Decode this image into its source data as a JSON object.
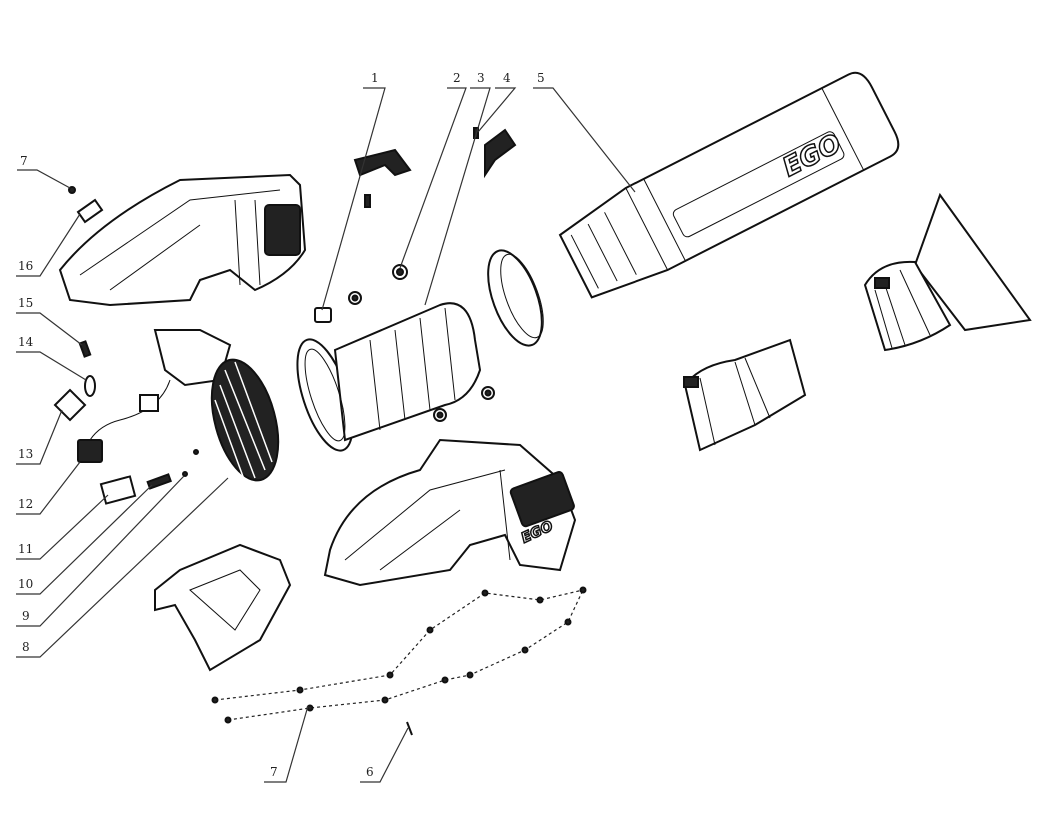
{
  "diagram": {
    "type": "exploded-parts-view",
    "brand_logo": "EGO",
    "callouts": {
      "top": [
        "1",
        "2",
        "3",
        "4",
        "5"
      ],
      "left": [
        "7",
        "16",
        "15",
        "14",
        "13",
        "12",
        "11",
        "10",
        "9",
        "8"
      ],
      "bottom": [
        "7",
        "6"
      ]
    }
  }
}
